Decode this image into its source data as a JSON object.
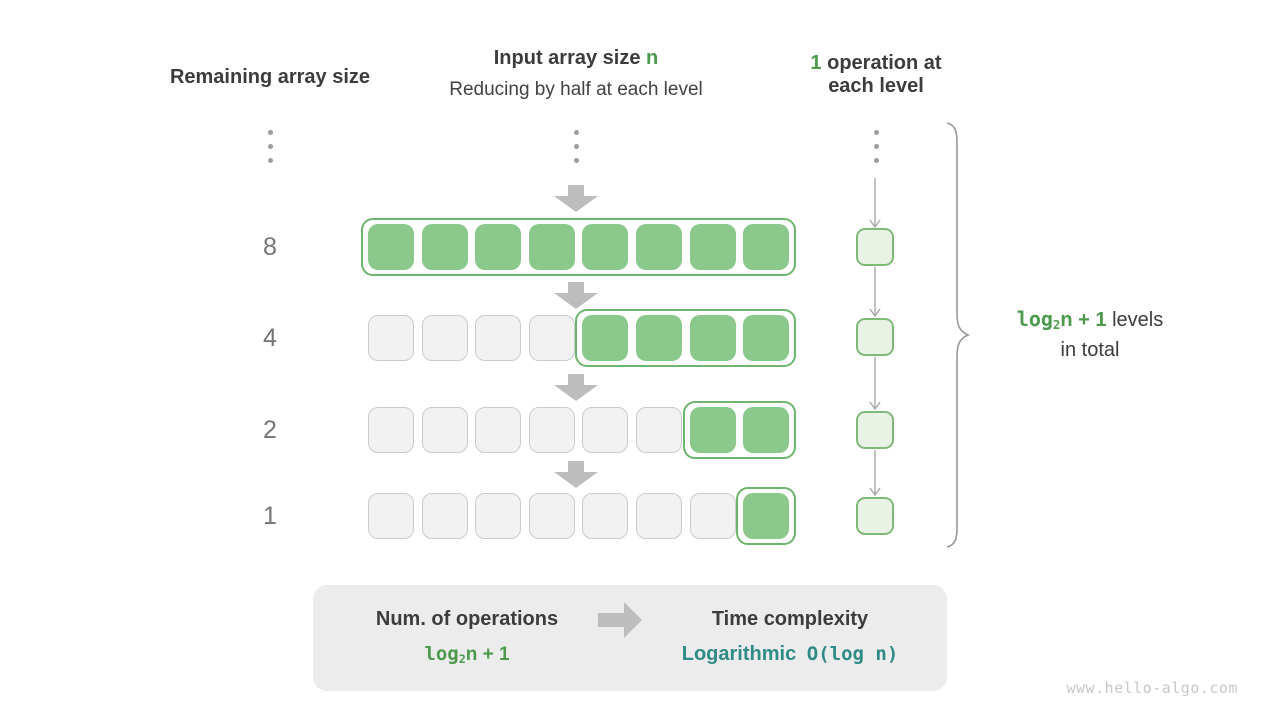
{
  "headers": {
    "left": "Remaining array size",
    "center_title": "Input array size ",
    "center_title_highlight": "n",
    "center_subtitle": "Reducing by half at each level",
    "right_highlight": "1",
    "right_line1": " operation at",
    "right_line2": "each level"
  },
  "levels": [
    {
      "label": "8",
      "total": 8,
      "active": 8
    },
    {
      "label": "4",
      "total": 8,
      "active": 4
    },
    {
      "label": "2",
      "total": 8,
      "active": 2
    },
    {
      "label": "1",
      "total": 8,
      "active": 1
    }
  ],
  "ops_per_level": "1",
  "brace_note": {
    "formula_log": "log",
    "formula_sub": "2",
    "formula_tail": "n + 1",
    "text_line1": " levels",
    "text_line2": "in total"
  },
  "summary": {
    "left_title": "Num. of operations",
    "formula_log": "log",
    "formula_sub": "2",
    "formula_tail": "n + 1",
    "right_title": "Time complexity",
    "complexity_name": "Logarithmic",
    "complexity_formula": "O(log n)"
  },
  "watermark": "www.hello-algo.com",
  "colors": {
    "active_cell": "#8bc88b",
    "frame_border": "#6db56d",
    "inactive_cell": "#f2f2f2",
    "op_cell_fill": "#e8f2e5",
    "op_cell_border": "#7fb977",
    "arrow": "#bdbdbd",
    "accent_green": "#4d9a4d",
    "accent_teal": "#2e8b85"
  }
}
